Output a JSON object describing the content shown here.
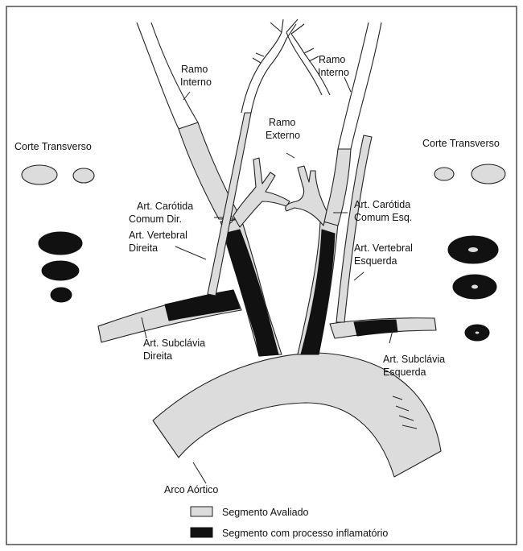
{
  "labels": {
    "ramo_interno_left": [
      "Ramo",
      "Interno"
    ],
    "ramo_interno_right": [
      "Ramo",
      "Interno"
    ],
    "ramo_externo": [
      "Ramo",
      "Externo"
    ],
    "corte_left": "Corte Transverso",
    "corte_right": "Corte Transverso",
    "carotida_dir": [
      "Art. Carótida",
      "Comum Dir."
    ],
    "carotida_esq": [
      "Art. Carótida",
      "Comum Esq."
    ],
    "vertebral_dir": [
      "Art. Vertebral",
      "Direita"
    ],
    "vertebral_esq": [
      "Art. Vertebral",
      "Esquerda"
    ],
    "subclavia_dir": [
      "Art. Subclávia",
      "Direita"
    ],
    "subclavia_esq": [
      "Art. Subclávia",
      "Esquerda"
    ],
    "arco": "Arco Aórtico"
  },
  "legend": {
    "evaluated": "Segmento Avaliado",
    "inflamed": "Segmento com processo inflamatório"
  },
  "colors": {
    "evaluated": "#dcdcdc",
    "inflamed": "#111111",
    "outline": "#222222"
  }
}
